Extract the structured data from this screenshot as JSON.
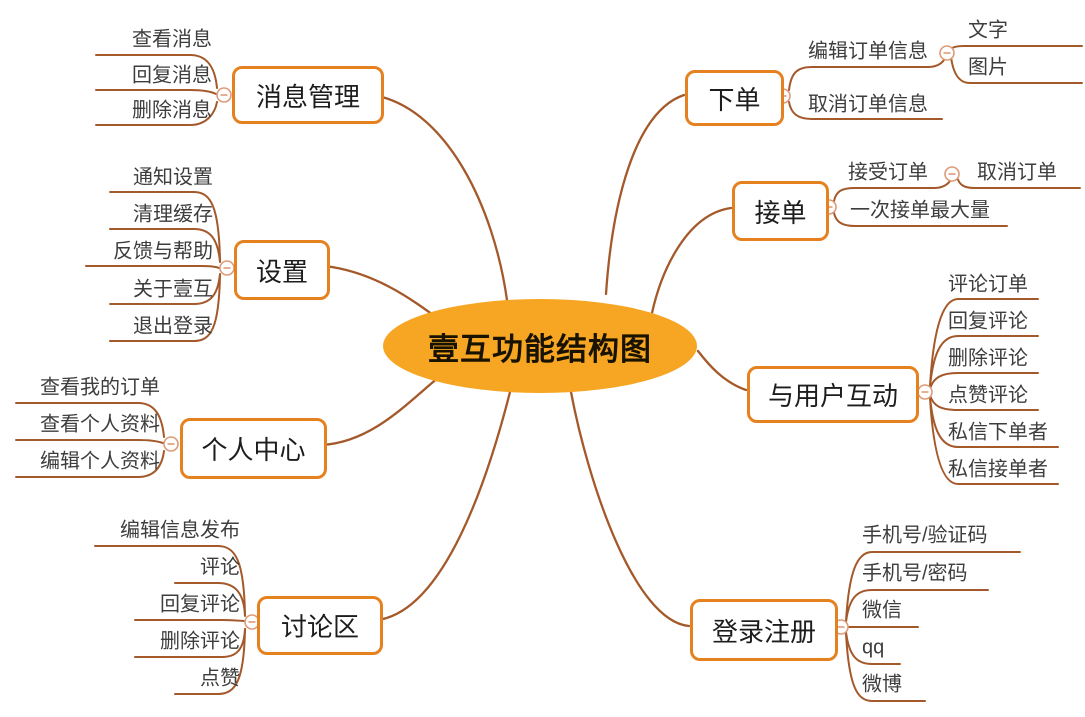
{
  "title": "壹互功能结构图",
  "colors": {
    "central_fill": "#F6A623",
    "node_border": "#E5821F",
    "branch_line": "#A4592A",
    "collapse_icon": "#DD9B78",
    "text": "#3d3d3d"
  },
  "branches": [
    {
      "label": "消息管理",
      "children": [
        {
          "label": "查看消息"
        },
        {
          "label": "回复消息"
        },
        {
          "label": "删除消息"
        }
      ]
    },
    {
      "label": "设置",
      "children": [
        {
          "label": "通知设置"
        },
        {
          "label": "清理缓存"
        },
        {
          "label": "反馈与帮助"
        },
        {
          "label": "关于壹互"
        },
        {
          "label": "退出登录"
        }
      ]
    },
    {
      "label": "个人中心",
      "children": [
        {
          "label": "查看我的订单"
        },
        {
          "label": "查看个人资料"
        },
        {
          "label": "编辑个人资料"
        }
      ]
    },
    {
      "label": "讨论区",
      "children": [
        {
          "label": "编辑信息发布"
        },
        {
          "label": "评论"
        },
        {
          "label": "回复评论"
        },
        {
          "label": "删除评论"
        },
        {
          "label": "点赞"
        }
      ]
    },
    {
      "label": "下单",
      "children": [
        {
          "label": "编辑订单信息",
          "children": [
            {
              "label": "文字"
            },
            {
              "label": "图片"
            }
          ]
        },
        {
          "label": "取消订单信息"
        }
      ]
    },
    {
      "label": "接单",
      "children": [
        {
          "label": "接受订单",
          "children": [
            {
              "label": "取消订单"
            }
          ]
        },
        {
          "label": "一次接单最大量"
        }
      ]
    },
    {
      "label": "与用户互动",
      "children": [
        {
          "label": "评论订单"
        },
        {
          "label": "回复评论"
        },
        {
          "label": "删除评论"
        },
        {
          "label": "点赞评论"
        },
        {
          "label": "私信下单者"
        },
        {
          "label": "私信接单者"
        }
      ]
    },
    {
      "label": "登录注册",
      "children": [
        {
          "label": "手机号/验证码"
        },
        {
          "label": "手机号/密码"
        },
        {
          "label": "微信"
        },
        {
          "label": "qq"
        },
        {
          "label": "微博"
        }
      ]
    }
  ]
}
